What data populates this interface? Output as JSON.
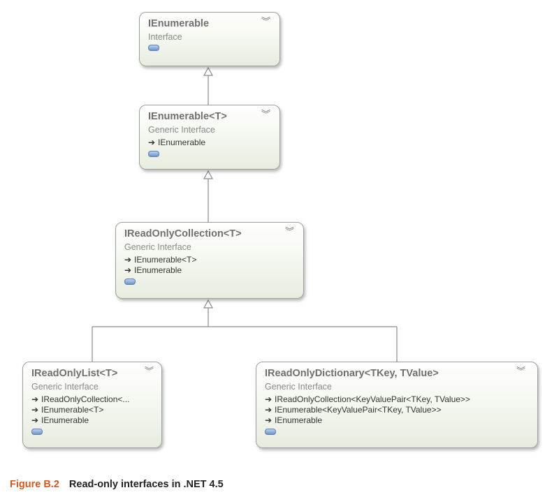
{
  "boxes": {
    "ienumerable": {
      "title": "IEnumerable",
      "subtitle": "Interface",
      "implements": []
    },
    "ienumerable_t": {
      "title": "IEnumerable<T>",
      "subtitle": "Generic Interface",
      "implements": [
        "IEnumerable"
      ]
    },
    "ireadonlycollection": {
      "title": "IReadOnlyCollection<T>",
      "subtitle": "Generic Interface",
      "implements": [
        "IEnumerable<T>",
        "IEnumerable"
      ]
    },
    "ireadonlylist": {
      "title": "IReadOnlyList<T>",
      "subtitle": "Generic Interface",
      "implements": [
        "IReadOnlyCollection<...",
        "IEnumerable<T>",
        "IEnumerable"
      ]
    },
    "ireadonlydictionary": {
      "title": "IReadOnlyDictionary<TKey, TValue>",
      "subtitle": "Generic Interface",
      "implements": [
        "IReadOnlyCollection<KeyValuePair<TKey, TValue>>",
        "IEnumerable<KeyValuePair<TKey, TValue>>",
        "IEnumerable"
      ]
    }
  },
  "icons": {
    "collapse": "double-chevron-icon",
    "implements_arrow": "implements-arrow-icon",
    "interface_lollipop": "interface-lollipop-icon"
  },
  "caption": {
    "number": "Figure B.2",
    "text": "Read-only interfaces in .NET 4.5"
  },
  "colors": {
    "caption_number": "#d35a1e",
    "box_border": "#9aa39a"
  }
}
